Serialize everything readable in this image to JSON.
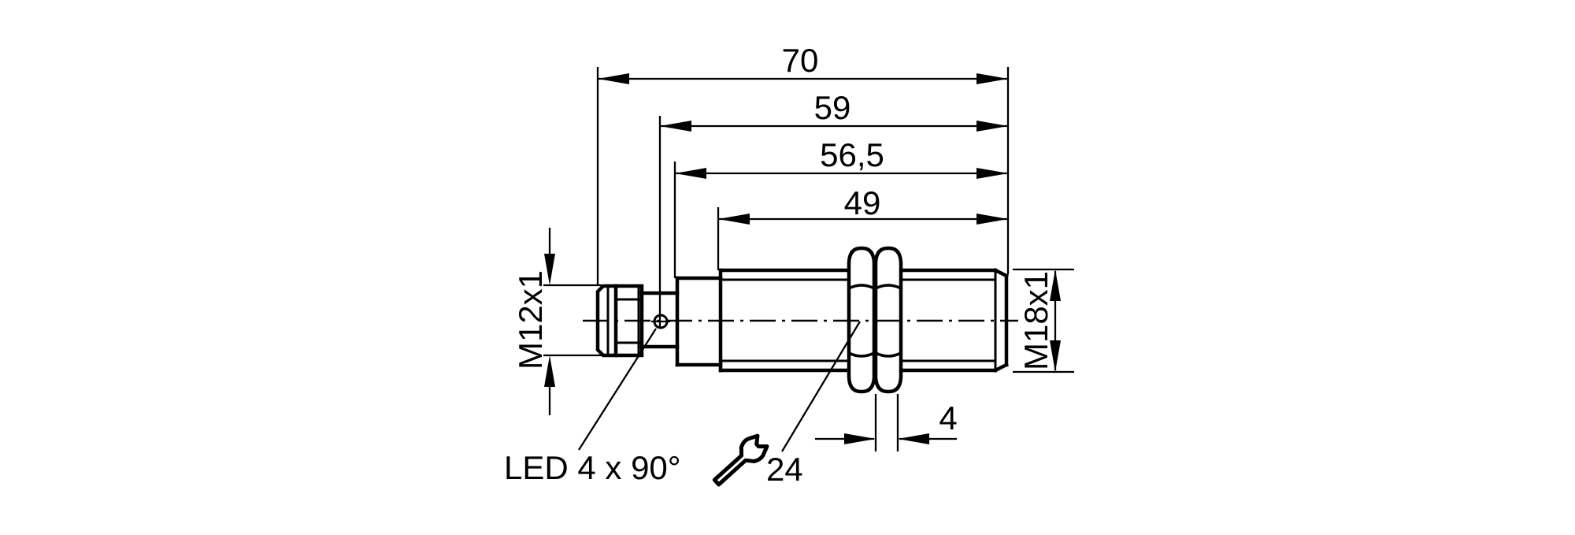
{
  "drawing": {
    "colors": {
      "line": "#000000",
      "background": "#ffffff"
    },
    "dims": {
      "overall_length": "70",
      "led_position": "59",
      "housing_length": "56,5",
      "thread_length": "49",
      "connector_thread": "M12x1",
      "barrel_thread": "M18x1",
      "nut_width": "4",
      "wrench_size": "24",
      "led_note": "LED 4 x 90°"
    },
    "icons": {
      "wrench": "open-end-wrench",
      "led_marker": "crosshair-circle"
    }
  }
}
